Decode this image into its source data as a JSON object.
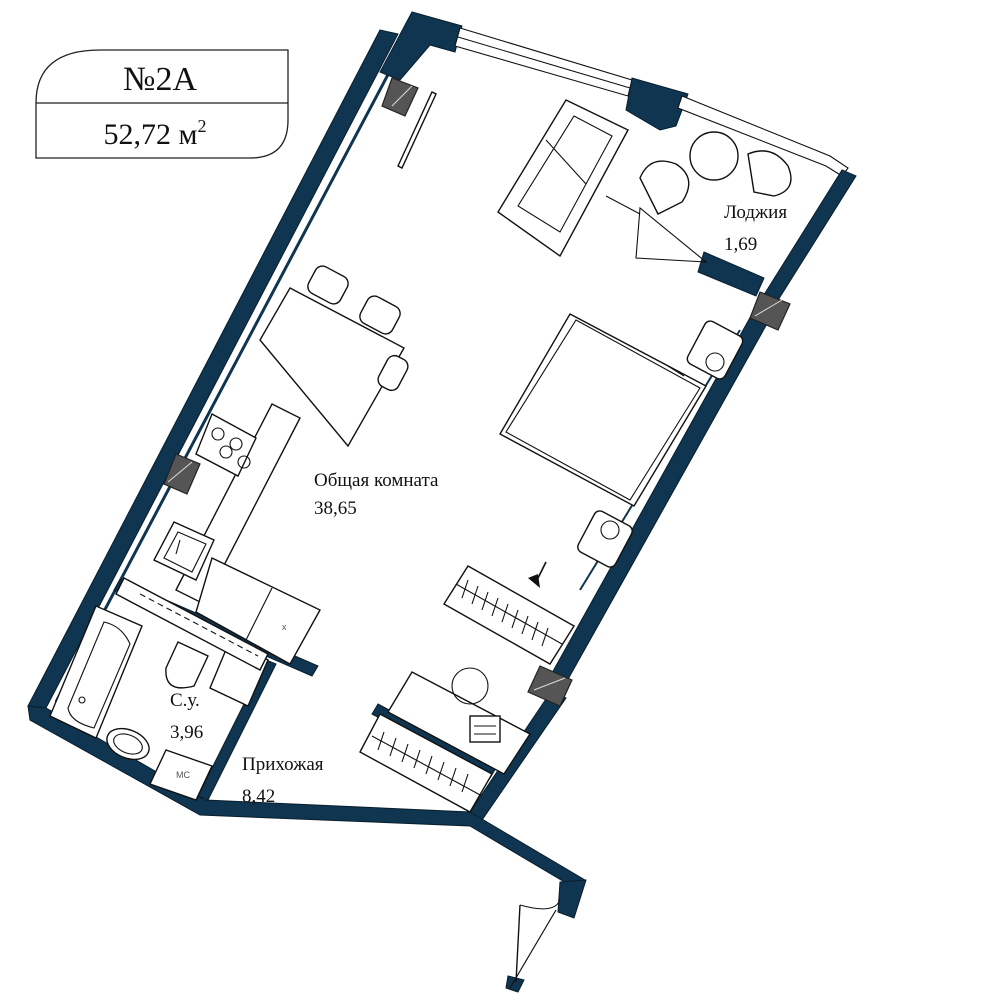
{
  "badge": {
    "apartment_number": "№2А",
    "total_area": "52,72 м",
    "area_unit_sup": "2"
  },
  "rooms": [
    {
      "id": "common-room",
      "name": "Общая комната",
      "area": "38,65"
    },
    {
      "id": "loggia",
      "name": "Лоджия",
      "area": "1,69"
    },
    {
      "id": "bathroom",
      "name": "С.у.",
      "area": "3,96"
    },
    {
      "id": "hallway",
      "name": "Прихожая",
      "area": "8,42"
    }
  ],
  "fixtures": {
    "washing_machine_label": "МС",
    "cabinet_mark": "x"
  },
  "colors": {
    "wall": "#0f3550",
    "column": "#555555",
    "furniture_stroke": "#111111",
    "background": "#ffffff"
  }
}
